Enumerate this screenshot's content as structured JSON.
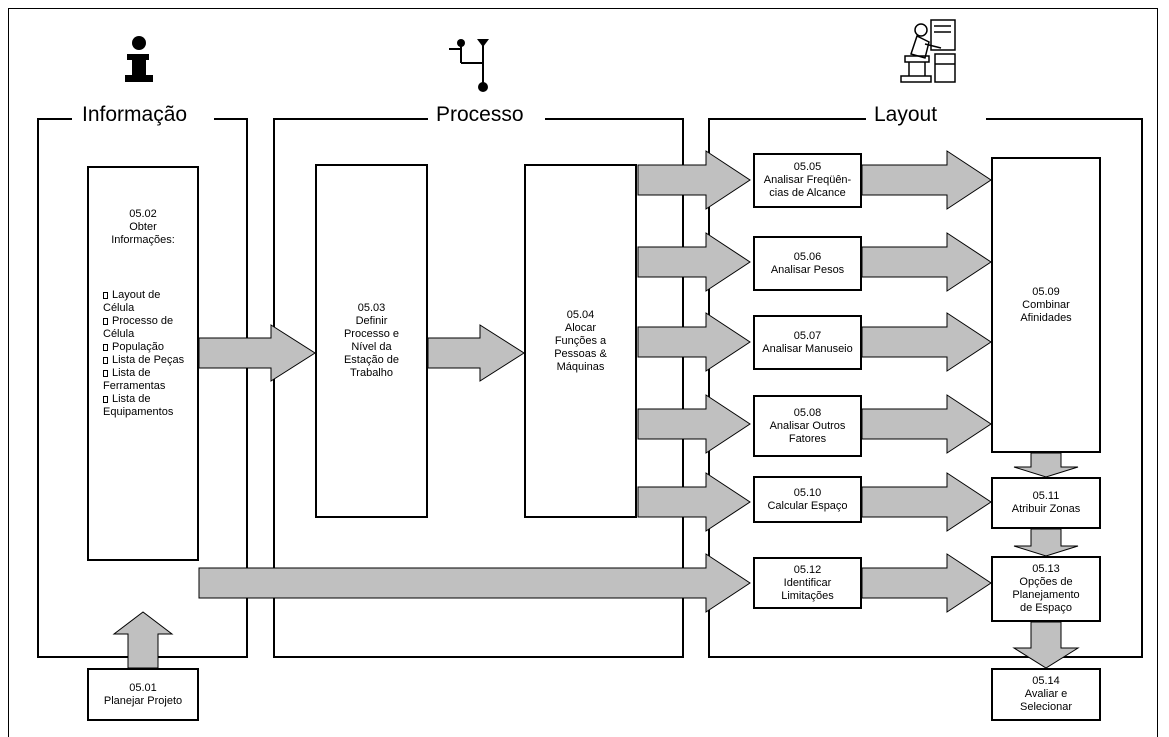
{
  "sections": {
    "information": "Informação",
    "process": "Processo",
    "layout": "Layout"
  },
  "icons": {
    "information": "info-i-icon",
    "process": "process-flow-icon",
    "layout": "workstation-person-icon"
  },
  "steps": {
    "s0501": {
      "num": "05.01",
      "label": "Planejar Projeto"
    },
    "s0502": {
      "num": "05.02",
      "label": "Obter\nInformações:"
    },
    "s0503": {
      "num": "05.03",
      "label": "Definir\nProcesso e\nNível da\nEstação de\nTrabalho"
    },
    "s0504": {
      "num": "05.04",
      "label": "Alocar\nFunções a\nPessoas &\nMáquinas"
    },
    "s0505": {
      "num": "05.05",
      "label": "Analisar Freqüên-\ncias de Alcance"
    },
    "s0506": {
      "num": "05.06",
      "label": "Analisar Pesos"
    },
    "s0507": {
      "num": "05.07",
      "label": "Analisar Manuseio"
    },
    "s0508": {
      "num": "05.08",
      "label": "Analisar Outros\nFatores"
    },
    "s0509": {
      "num": "05.09",
      "label": "Combinar\nAfinidades"
    },
    "s0510": {
      "num": "05.10",
      "label": "Calcular Espaço"
    },
    "s0511": {
      "num": "05.11",
      "label": "Atribuir Zonas"
    },
    "s0512": {
      "num": "05.12",
      "label": "Identificar\nLimitações"
    },
    "s0513": {
      "num": "05.13",
      "label": "Opções de\nPlanejamento\nde Espaço"
    },
    "s0514": {
      "num": "05.14",
      "label": "Avaliar e\nSelecionar"
    }
  },
  "info_items": [
    "Layout de\nCélula",
    "Processo de\nCélula",
    "População",
    "Lista de Peças",
    "Lista de\nFerramentas",
    "Lista de\nEquipamentos"
  ],
  "colors": {
    "arrow_fill": "#c0c0c0",
    "arrow_stroke": "#000000",
    "box_border": "#000000"
  }
}
